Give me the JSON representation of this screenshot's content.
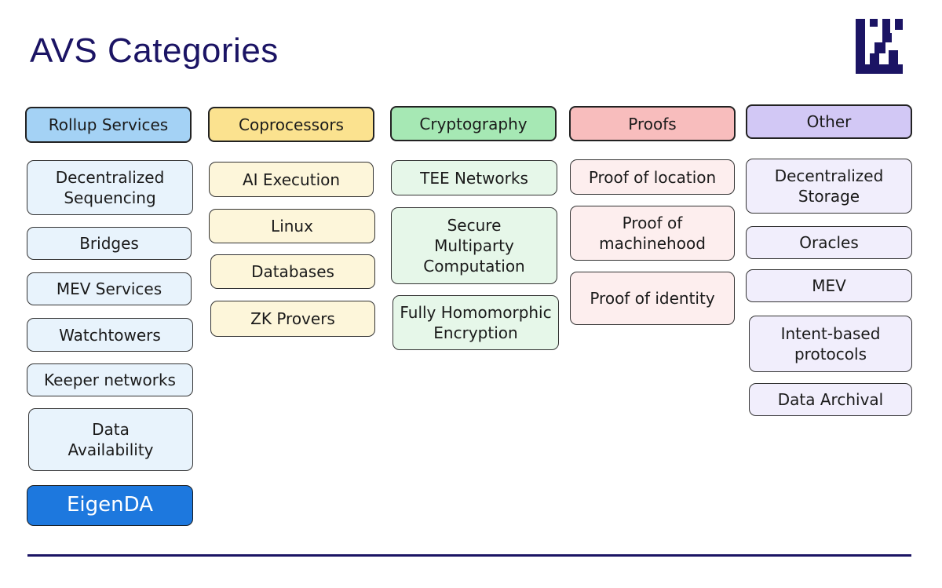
{
  "title": "AVS Categories",
  "colors": {
    "title": "#1b1464",
    "logo": "#1b1464",
    "divider": "#1b1464",
    "highlight_fill": "#1d78de",
    "highlight_text": "#ffffff"
  },
  "columns": [
    {
      "header": "Rollup Services",
      "header_color": "#a4d2f5",
      "item_color": "#e8f3fc",
      "items": [
        "Decentralized\nSequencing",
        "Bridges",
        "MEV Services",
        "Watchtowers",
        "Keeper networks",
        "Data\nAvailability",
        "EigenDA"
      ]
    },
    {
      "header": "Coprocessors",
      "header_color": "#fbe28f",
      "item_color": "#fdf6da",
      "items": [
        "AI Execution",
        "Linux",
        "Databases",
        "ZK Provers"
      ]
    },
    {
      "header": "Cryptography",
      "header_color": "#a6e8b4",
      "item_color": "#e6f7e9",
      "items": [
        "TEE Networks",
        "Secure\nMultiparty\nComputation",
        "Fully Homomorphic\nEncryption"
      ]
    },
    {
      "header": "Proofs",
      "header_color": "#f8bdbd",
      "item_color": "#fdeeee",
      "items": [
        "Proof of location",
        "Proof of\nmachinehood",
        "Proof of identity"
      ]
    },
    {
      "header": "Other",
      "header_color": "#d2c8f5",
      "item_color": "#f1eefc",
      "items": [
        "Decentralized\nStorage",
        "Oracles",
        "MEV",
        "Intent-based\nprotocols",
        "Data Archival"
      ]
    }
  ]
}
